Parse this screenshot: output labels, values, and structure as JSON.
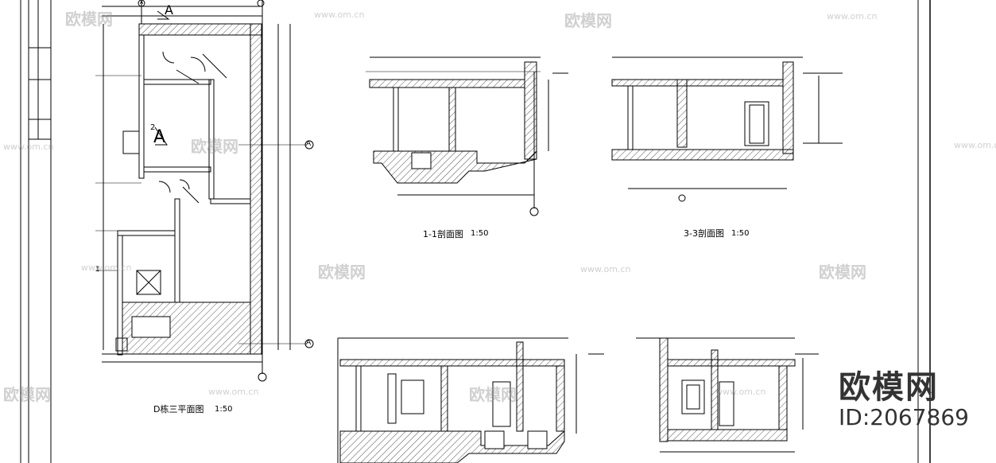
{
  "titles": {
    "plan": "D栋三平面图",
    "plan_scale": "1:50",
    "section_1": "1-1剖面图",
    "section_1_scale": "1:50",
    "section_3": "3-3剖面图",
    "section_3_scale": "1:50"
  },
  "axis_labels": {
    "a_top_left": "A",
    "a_top_right": "A",
    "a_right_1": "A",
    "a_right_2": "A",
    "a_plan": "A",
    "num_2": "2",
    "num_1": "1"
  },
  "watermark": {
    "text": "欧模网",
    "url": "www.om.cn"
  },
  "brand": {
    "logo_text": "欧模网",
    "id_text": "ID:2067869"
  },
  "colors": {
    "line": "#000000",
    "hatch": "#555555",
    "watermark": "#969696"
  }
}
